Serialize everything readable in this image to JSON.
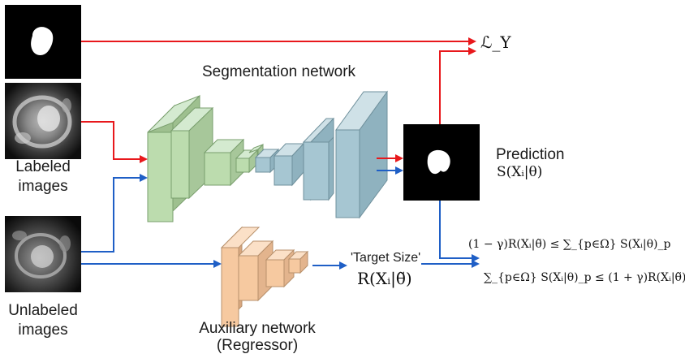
{
  "diagram": {
    "labels": {
      "segmentation_network": "Segmentation network",
      "labeled_images": [
        "Labeled",
        "images"
      ],
      "unlabeled_images": [
        "Unlabeled",
        "images"
      ],
      "prediction": "Prediction",
      "prediction_formula": "S(Xᵢ|θ)",
      "loss": "ℒ_Y",
      "target_size": "'Target Size'",
      "target_size_formula": "R(Xᵢ|θ̃)",
      "auxiliary_network": [
        "Auxiliary network",
        "(Regressor)"
      ],
      "constraint_upper": "(1 − γ)R(Xᵢ|θ̃) ≤ ∑_{p∈Ω} S(Xᵢ|θ)_p",
      "constraint_lower": "∑_{p∈Ω} S(Xᵢ|θ)_p ≤ (1 + γ)R(Xᵢ|θ̃)"
    },
    "colors": {
      "supervised_arrow": "#e8181c",
      "unlabeled_arrow": "#1f5fc6",
      "seg_encoder": "#bcdcae",
      "seg_decoder": "#a6c6d2",
      "aux_network": "#f6c9a0"
    }
  }
}
